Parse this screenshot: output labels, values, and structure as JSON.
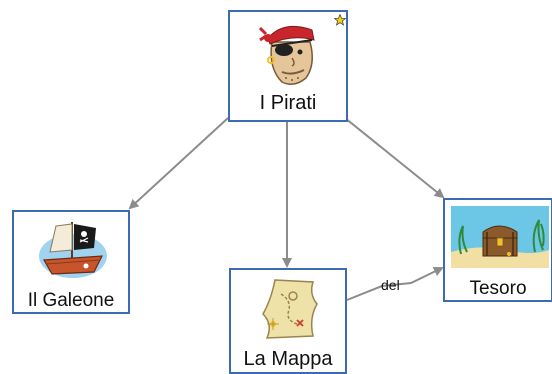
{
  "nodes": {
    "pirati": {
      "label": "I Pirati",
      "icon": "pirate-head-icon",
      "marker": "star-icon"
    },
    "galeone": {
      "label": "Il Galeone",
      "icon": "pirate-ship-icon"
    },
    "mappa": {
      "label": "La Mappa",
      "icon": "treasure-map-icon"
    },
    "tesoro": {
      "label": "Tesoro",
      "icon": "treasure-chest-icon"
    }
  },
  "edges": [
    {
      "from": "I Pirati",
      "to": "Il Galeone",
      "label": ""
    },
    {
      "from": "I Pirati",
      "to": "La Mappa",
      "label": ""
    },
    {
      "from": "I Pirati",
      "to": "Tesoro",
      "label": ""
    },
    {
      "from": "La Mappa",
      "to": "Tesoro",
      "label": "del"
    }
  ],
  "colors": {
    "node_border": "#3a6bb3",
    "edge": "#8c8c8c",
    "star": "#f7d21b"
  }
}
